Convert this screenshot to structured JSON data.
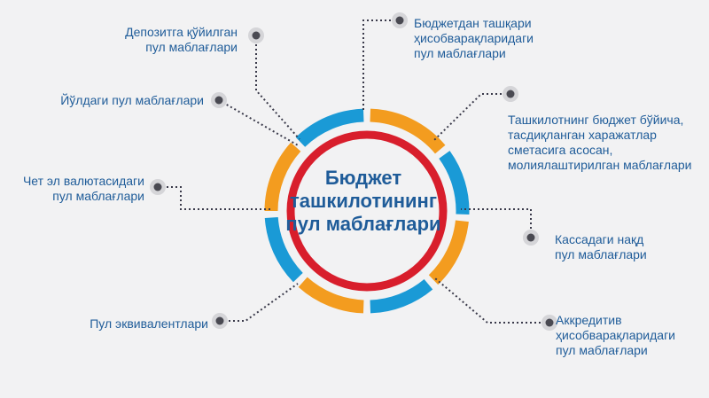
{
  "center": {
    "title": "Бюджет\nташкилотининг\nпул маблағлари"
  },
  "colors": {
    "ring_blue": "#1a9ad6",
    "ring_orange": "#f39c1f",
    "ring_red": "#d81e2c",
    "text": "#1f5c99",
    "connector": "#3a3a4a"
  },
  "items": [
    {
      "id": "deposits",
      "icon": "bullet-icon",
      "text": "Депозитга қўйилган\nпул маблағлари"
    },
    {
      "id": "in-transit",
      "icon": "bullet-icon",
      "text": "Йўлдаги пул маблағлари"
    },
    {
      "id": "foreign-currency",
      "icon": "bullet-icon",
      "text": "Чет эл валютасидаги\nпул маблағлари"
    },
    {
      "id": "equivalents",
      "icon": "bullet-icon",
      "text": "Пул эквивалентлари"
    },
    {
      "id": "off-budget",
      "icon": "bullet-icon",
      "text": "Бюджетдан ташқари\nҳисобварақларидаги\nпул маблағлари"
    },
    {
      "id": "budget-estimate",
      "icon": "bullet-icon",
      "text": "Ташкилотнинг бюджет бўйича,\nтасдиқланган харажатлар\nсметасига асосан,\nмолиялаштирилган маблағлари"
    },
    {
      "id": "cash-desk",
      "icon": "bullet-icon",
      "text": "Кассадаги нақд\nпул маблағлари"
    },
    {
      "id": "letter-of-credit",
      "icon": "bullet-icon",
      "text": "Аккредитив\nҳисобварақларидаги\nпул маблағлари"
    }
  ]
}
